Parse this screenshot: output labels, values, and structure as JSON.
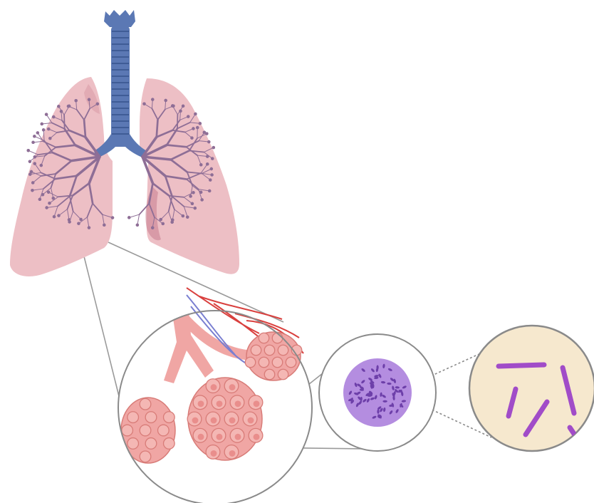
{
  "figure": {
    "subjects": [
      "lungs",
      "trachea",
      "bronchial-tree",
      "alveoli",
      "granuloma",
      "bacilli"
    ],
    "colors": {
      "lung_fill": "#EDBFC5",
      "lung_shade": "#D99AA6",
      "lung_inner_shade": "#C98293",
      "trachea": "#5B78B4",
      "trachea_ring": "#3F5C96",
      "bronchi_vessels": "#8E6E96",
      "alveoli_fill": "#F0A6A4",
      "alveoli_outline": "#D87C78",
      "artery": "#D9403E",
      "vein": "#7A7FD1",
      "granuloma": "#B48DE0",
      "granuloma_dots": "#6D3FA9",
      "bacilli_background": "#F6E8CE",
      "bacilli": "#A14CC8",
      "circle_outline": "#8A8A8A",
      "zoom_line": "#9A9A9A"
    },
    "bacilli_count": 5
  }
}
